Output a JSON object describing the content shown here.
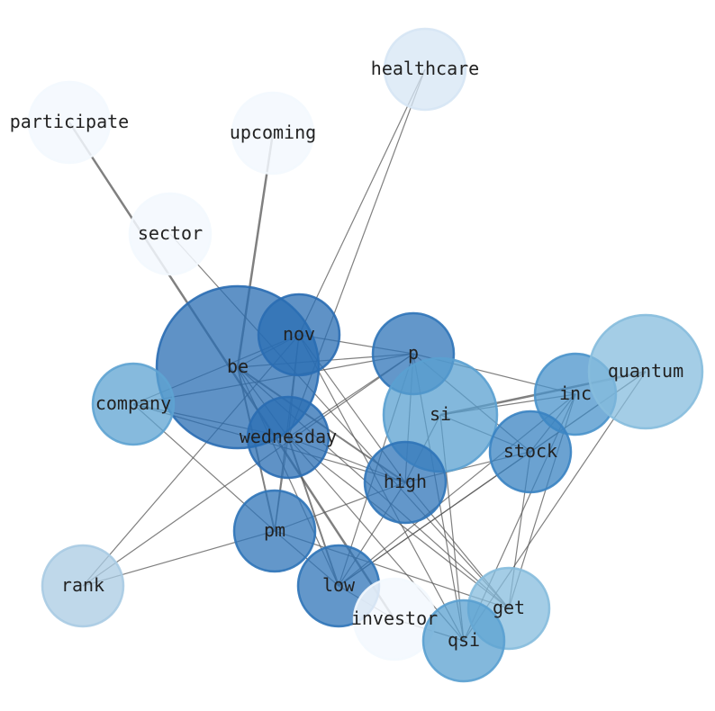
{
  "graph": {
    "nodes": [
      {
        "id": "healthcare",
        "label": "healthcare",
        "color": "#d6e5f4"
      },
      {
        "id": "participate",
        "label": "participate",
        "color": "#f3f8fe"
      },
      {
        "id": "upcoming",
        "label": "upcoming",
        "color": "#f3f8fe"
      },
      {
        "id": "sector",
        "label": "sector",
        "color": "#f3f8fe"
      },
      {
        "id": "be",
        "label": "be",
        "color": "#2a6db3"
      },
      {
        "id": "nov",
        "label": "nov",
        "color": "#2a6db3"
      },
      {
        "id": "p",
        "label": "p",
        "color": "#2f74b8"
      },
      {
        "id": "si",
        "label": "si",
        "color": "#5aa0d0"
      },
      {
        "id": "inc",
        "label": "inc",
        "color": "#4a93cb"
      },
      {
        "id": "quantum",
        "label": "quantum",
        "color": "#86bcdd"
      },
      {
        "id": "company",
        "label": "company",
        "color": "#5ea3d1"
      },
      {
        "id": "wednesday",
        "label": "wednesday",
        "color": "#2a6db3"
      },
      {
        "id": "stock",
        "label": "stock",
        "color": "#3a83c2"
      },
      {
        "id": "high",
        "label": "high",
        "color": "#2f74b8"
      },
      {
        "id": "pm",
        "label": "pm",
        "color": "#2f74b8"
      },
      {
        "id": "low",
        "label": "low",
        "color": "#2f74b8"
      },
      {
        "id": "rank",
        "label": "rank",
        "color": "#a9cbe3"
      },
      {
        "id": "investor",
        "label": "investor",
        "color": "#f3f8fe"
      },
      {
        "id": "get",
        "label": "get",
        "color": "#86bcdd"
      },
      {
        "id": "qsi",
        "label": "qsi",
        "color": "#5aa0d0"
      }
    ],
    "edges": [
      [
        "participate",
        "investor",
        2.5
      ],
      [
        "upcoming",
        "be",
        2.5
      ],
      [
        "be",
        "pm",
        2
      ],
      [
        "sector",
        "get",
        1.2
      ],
      [
        "healthcare",
        "nov",
        1.2
      ],
      [
        "healthcare",
        "wednesday",
        1.2
      ],
      [
        "nov",
        "p",
        1.2
      ],
      [
        "be",
        "p",
        1.2
      ],
      [
        "company",
        "p",
        1.2
      ],
      [
        "company",
        "nov",
        1.2
      ],
      [
        "company",
        "wednesday",
        1.2
      ],
      [
        "company",
        "high",
        1.2
      ],
      [
        "company",
        "pm",
        1.2
      ],
      [
        "be",
        "wednesday",
        1.2
      ],
      [
        "be",
        "high",
        2
      ],
      [
        "be",
        "low",
        1.2
      ],
      [
        "be",
        "get",
        1.2
      ],
      [
        "be",
        "nov",
        1.2
      ],
      [
        "nov",
        "wednesday",
        1.2
      ],
      [
        "nov",
        "pm",
        1.2
      ],
      [
        "nov",
        "qsi",
        1.2
      ],
      [
        "nov",
        "high",
        1.2
      ],
      [
        "p",
        "inc",
        1.2
      ],
      [
        "p",
        "wednesday",
        1.2
      ],
      [
        "p",
        "high",
        1.2
      ],
      [
        "p",
        "low",
        1.2
      ],
      [
        "p",
        "qsi",
        1.2
      ],
      [
        "p",
        "rank",
        1.2
      ],
      [
        "p",
        "stock",
        1.2
      ],
      [
        "si",
        "quantum",
        2.5
      ],
      [
        "si",
        "inc",
        1.2
      ],
      [
        "si",
        "stock",
        1.2
      ],
      [
        "si",
        "high",
        1.2
      ],
      [
        "si",
        "qsi",
        1.2
      ],
      [
        "inc",
        "stock",
        1.2
      ],
      [
        "inc",
        "low",
        1.2
      ],
      [
        "inc",
        "qsi",
        1.2
      ],
      [
        "inc",
        "get",
        1.2
      ],
      [
        "quantum",
        "stock",
        1.2
      ],
      [
        "quantum",
        "qsi",
        1.2
      ],
      [
        "quantum",
        "low",
        1.2
      ],
      [
        "stock",
        "high",
        1.2
      ],
      [
        "stock",
        "low",
        1.2
      ],
      [
        "stock",
        "get",
        1.2
      ],
      [
        "wednesday",
        "high",
        1.2
      ],
      [
        "wednesday",
        "low",
        2
      ],
      [
        "wednesday",
        "pm",
        1.2
      ],
      [
        "wednesday",
        "get",
        1.2
      ],
      [
        "wednesday",
        "qsi",
        1.2
      ],
      [
        "high",
        "pm",
        1.2
      ],
      [
        "high",
        "low",
        1.2
      ],
      [
        "high",
        "get",
        1.2
      ],
      [
        "pm",
        "low",
        1.2
      ],
      [
        "pm",
        "get",
        1.2
      ],
      [
        "pm",
        "rank",
        1.2
      ],
      [
        "low",
        "investor",
        1.2
      ],
      [
        "investor",
        "qsi",
        1.2
      ],
      [
        "rank",
        "nov",
        1.2
      ]
    ]
  }
}
